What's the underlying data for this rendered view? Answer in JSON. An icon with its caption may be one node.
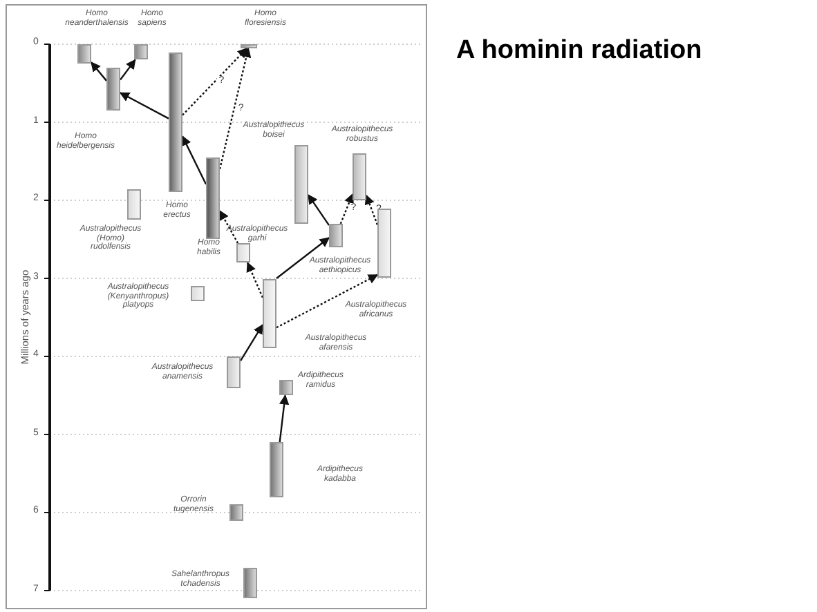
{
  "diagram": {
    "title": "A hominin radiation",
    "nodes": [
      {
        "text": [],
        "shape": "bar",
        "beside": [
          "Homo neanderthalensis"
        ]
      },
      {
        "text": [],
        "shape": "bar",
        "beside": [
          "Homo sapiens"
        ]
      },
      {
        "text": [],
        "shape": "bar",
        "beside": [
          "Homo floresiensis"
        ]
      },
      {
        "text": [],
        "shape": "bar",
        "beside": [
          "Homo heidelbergensis"
        ]
      },
      {
        "text": [],
        "shape": "bar",
        "beside": [
          "Homo erectus"
        ]
      },
      {
        "text": [],
        "shape": "bar",
        "beside": [
          "Homo habilis"
        ]
      },
      {
        "text": [],
        "shape": "bar",
        "beside": [
          "Australopithecus (Homo) rudolfensis"
        ]
      },
      {
        "text": [],
        "shape": "bar",
        "beside": [
          "Australopithecus garhi"
        ]
      },
      {
        "text": [],
        "shape": "bar",
        "beside": [
          "Australopithecus boisei"
        ]
      },
      {
        "text": [],
        "shape": "bar",
        "beside": [
          "Australopithecus robustus"
        ]
      },
      {
        "text": [],
        "shape": "bar",
        "beside": [
          "Australopithecus aethiopicus"
        ]
      },
      {
        "text": [],
        "shape": "bar",
        "beside": [
          "Australopithecus africanus"
        ]
      },
      {
        "text": [],
        "shape": "bar",
        "beside": [
          "Australopithecus (Kenyanthropus) platyops"
        ]
      },
      {
        "text": [],
        "shape": "bar",
        "beside": [
          "Australopithecus afarensis"
        ]
      },
      {
        "text": [],
        "shape": "bar",
        "beside": [
          "Australopithecus anamensis"
        ]
      },
      {
        "text": [],
        "shape": "bar",
        "beside": [
          "Ardipithecus ramidus"
        ]
      },
      {
        "text": [],
        "shape": "bar",
        "beside": [
          "Ardipithecus kadabba"
        ]
      },
      {
        "text": [],
        "shape": "bar",
        "beside": [
          "Orrorin tugenensis"
        ]
      },
      {
        "text": [],
        "shape": "bar",
        "beside": [
          "Sahelanthropus tchadensis"
        ]
      }
    ],
    "edges": [
      {
        "from": 3,
        "to": 0,
        "arrow": "to"
      },
      {
        "from": 3,
        "to": 1,
        "arrow": "to"
      },
      {
        "from": 4,
        "to": 3,
        "arrow": "to"
      },
      {
        "from": 4,
        "to": 2,
        "arrow": "to",
        "style": "dashed",
        "label": "?"
      },
      {
        "from": 5,
        "to": 2,
        "arrow": "to",
        "style": "dashed",
        "label": "?"
      },
      {
        "from": 5,
        "to": 4,
        "arrow": "to"
      },
      {
        "from": 7,
        "to": 5,
        "arrow": "to",
        "style": "dashed"
      },
      {
        "from": 13,
        "to": 7,
        "arrow": "to",
        "style": "dashed"
      },
      {
        "from": 13,
        "to": 10,
        "arrow": "to"
      },
      {
        "from": 13,
        "to": 11,
        "arrow": "to",
        "style": "dashed"
      },
      {
        "from": 14,
        "to": 13,
        "arrow": "to"
      },
      {
        "from": 16,
        "to": 15,
        "arrow": "to"
      },
      {
        "from": 10,
        "to": 8,
        "arrow": "to"
      },
      {
        "from": 10,
        "to": 9,
        "arrow": "to",
        "style": "dashed",
        "label": "?"
      },
      {
        "from": 11,
        "to": 9,
        "arrow": "to",
        "style": "dashed",
        "label": "?"
      }
    ],
    "labels": [
      "0",
      "1",
      "2",
      "3",
      "4",
      "5",
      "6",
      "7",
      "Millions of years ago"
    ]
  }
}
